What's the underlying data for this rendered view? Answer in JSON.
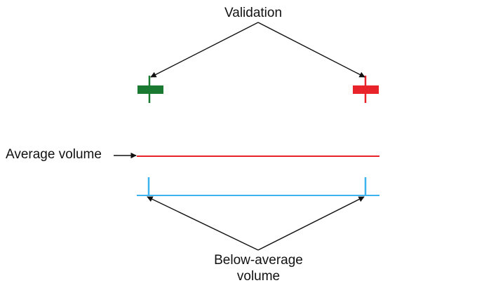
{
  "labels": {
    "validation": "Validation",
    "average_volume": "Average volume",
    "below_average_line1": "Below-average",
    "below_average_line2": "volume"
  },
  "colors": {
    "bullish_candle": "#1a7a32",
    "bearish_candle": "#e8242a",
    "average_volume_line": "#e8242a",
    "below_average_volume": "#3ab3ef",
    "arrow": "#111111"
  }
}
